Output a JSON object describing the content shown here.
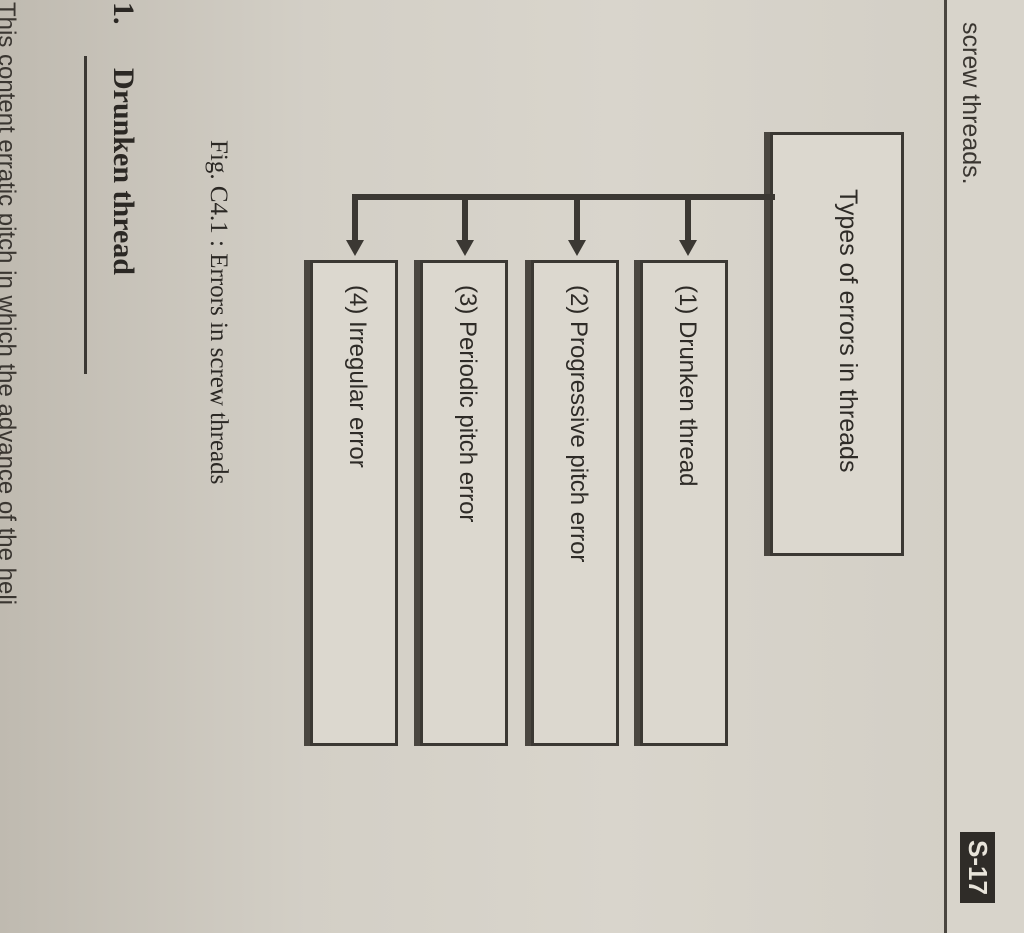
{
  "header": {
    "running_title": "screw threads.",
    "page_number": "S-17"
  },
  "diagram": {
    "root_label": "Types of errors in threads",
    "items": [
      {
        "label": "(1) Drunken thread"
      },
      {
        "label": "(2) Progressive pitch error"
      },
      {
        "label": "(3) Periodic pitch error"
      },
      {
        "label": "(4) Irregular error"
      }
    ],
    "caption": "Fig. C4.1 : Errors in screw threads"
  },
  "section": {
    "number": "1.",
    "title": "Drunken thread",
    "body_fragment": "This content erratic pitch in which the advance of the heli"
  }
}
